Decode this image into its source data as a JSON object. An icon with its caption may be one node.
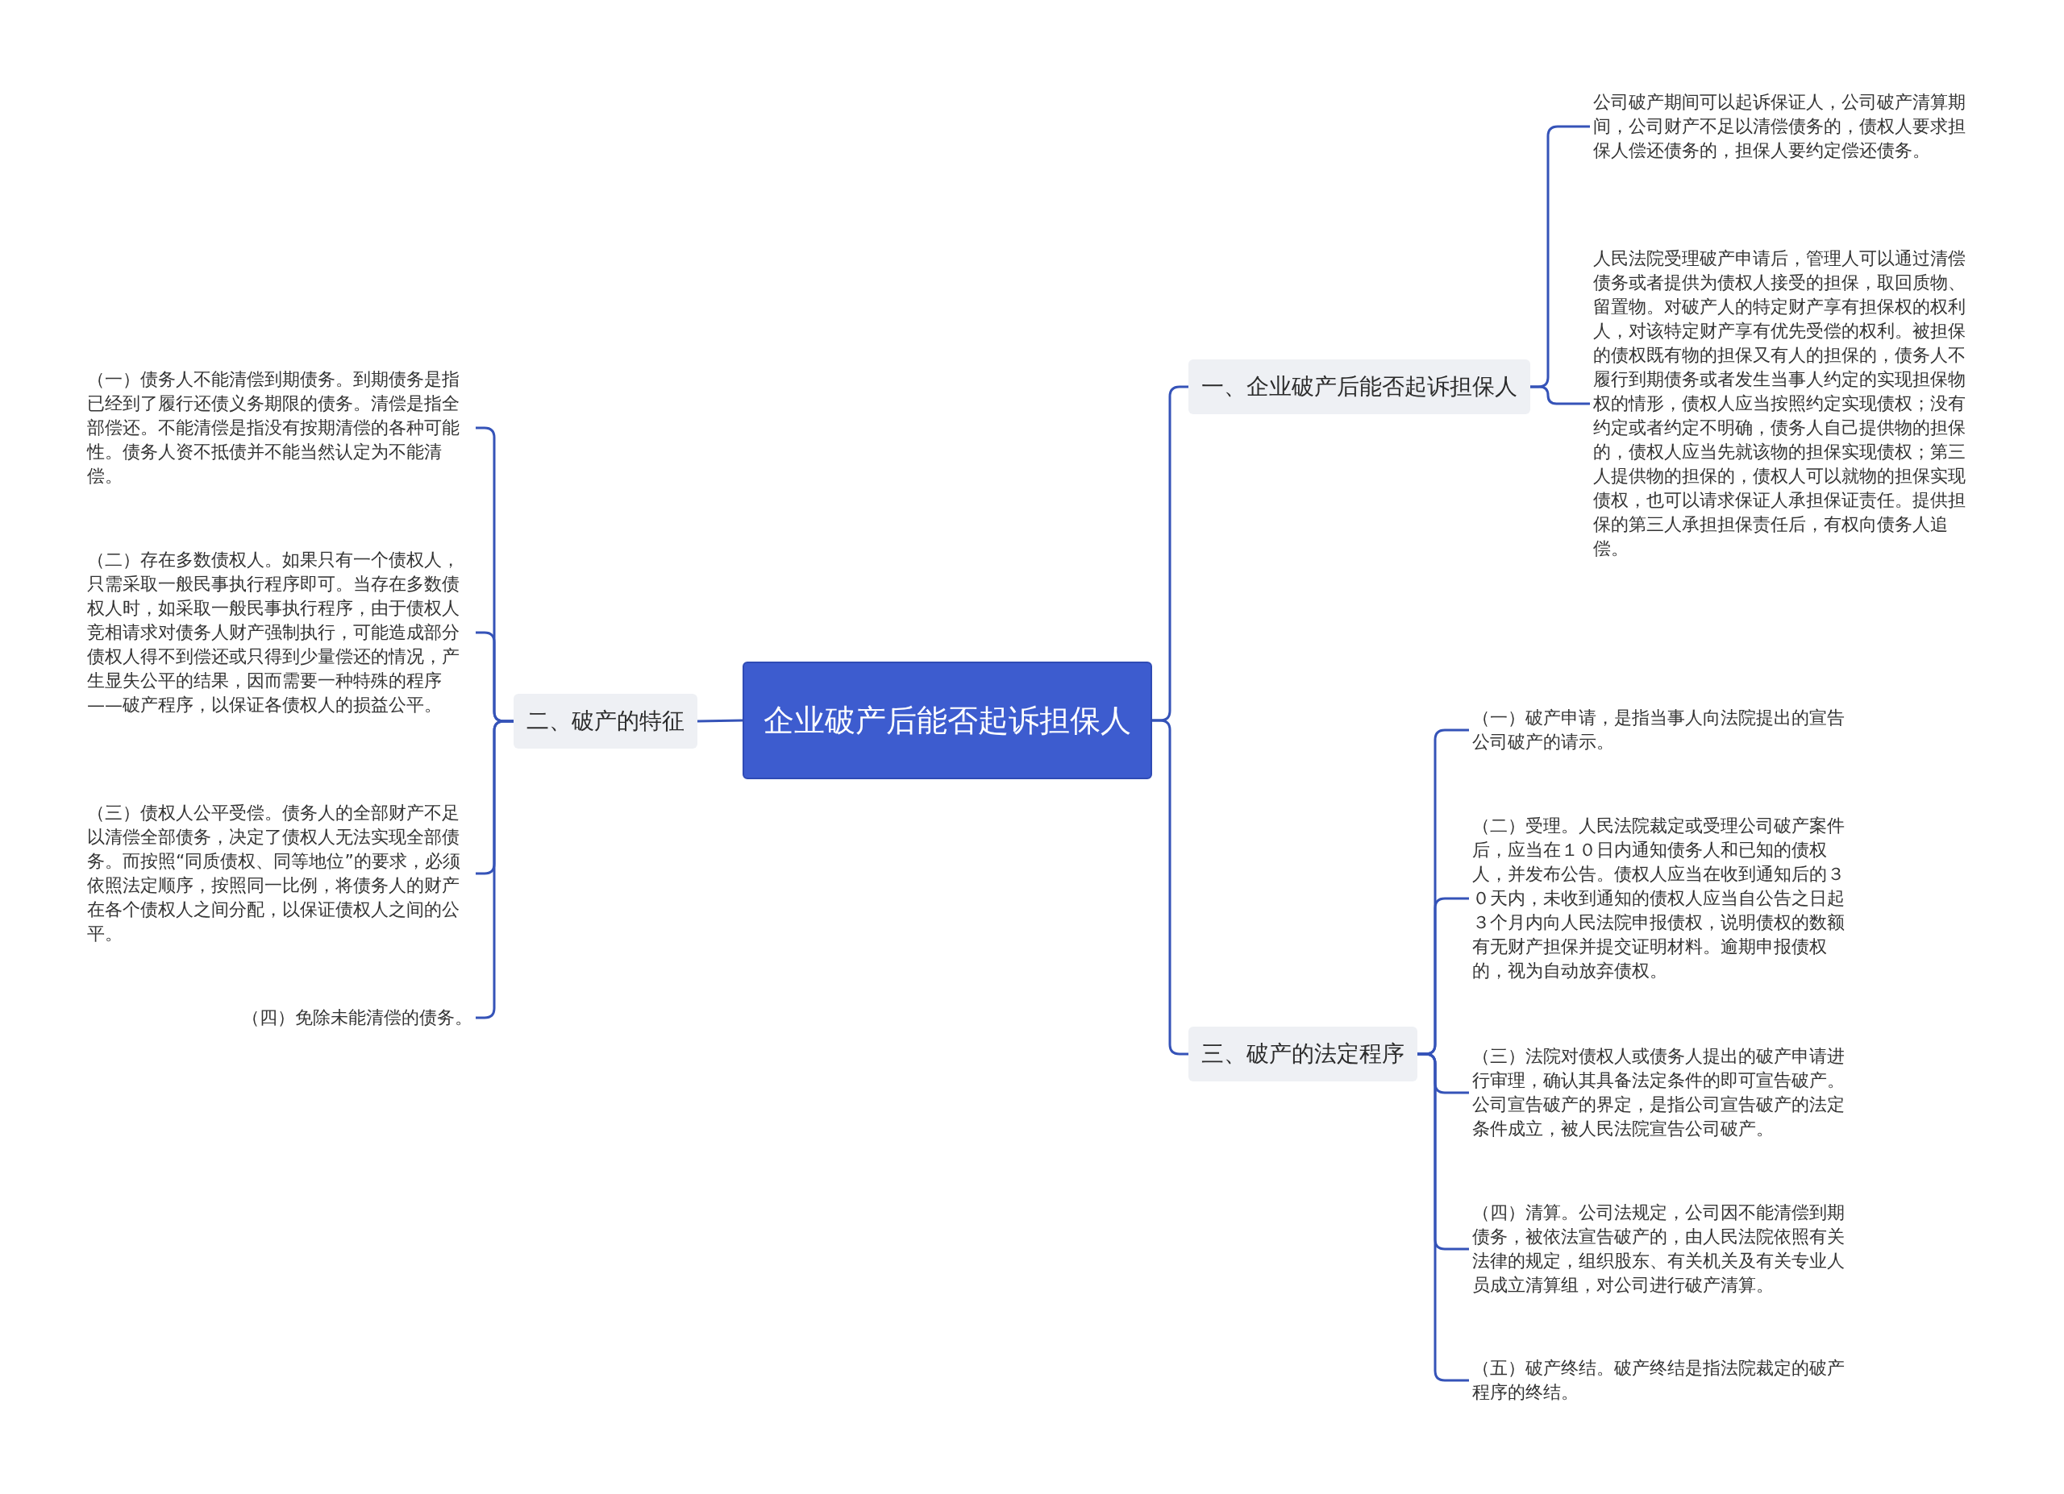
{
  "diagram": {
    "nodes": [
      {
        "text": [
          "企业破产后能否起诉担保人"
        ]
      },
      {
        "text": [
          "一、企业破产后能否起诉担保人"
        ]
      },
      {
        "text": [
          "公司破产期间可以起诉保证人，公司破产清算期间，公司财产不足以清偿债务的，债权人要求担保人偿还债务的，担保人要约定偿还债务。"
        ]
      },
      {
        "text": [
          "人民法院受理破产申请后，管理人可以通过清偿债务或者提供为债权人接受的担保，取回质物、留置物。对破产人的特定财产享有担保权的权利人，对该特定财产享有优先受偿的权利。被担保的债权既有物的担保又有人的担保的，债务人不履行到期债务或者发生当事人约定的实现担保物权的情形，债权人应当按照约定实现债权；没有约定或者约定不明确，债务人自己提供物的担保的，债权人应当先就该物的担保实现债权；第三人提供物的担保的，债权人可以就物的担保实现债权，也可以请求保证人承担保证责任。提供担保的第三人承担担保责任后，有权向债务人追偿。"
        ]
      },
      {
        "text": [
          "二、破产的特征"
        ]
      },
      {
        "text": [
          "（一）债务人不能清偿到期债务。到期债务是指已经到了履行还债义务期限的债务。清偿是指全部偿还。不能清偿是指没有按期清偿的各种可能性。债务人资不抵债并不能当然认定为不能清偿。"
        ]
      },
      {
        "text": [
          "（二）存在多数债权人。如果只有一个债权人，只需采取一般民事执行程序即可。当存在多数债权人时，如采取一般民事执行程序，由于债权人竞相请求对债务人财产强制执行，可能造成部分债权人得不到偿还或只得到少量偿还的情况，产生显失公平的结果，因而需要一种特殊的程序——破产程序，以保证各债权人的损益公平。"
        ]
      },
      {
        "text": [
          "（三）债权人公平受偿。债务人的全部财产不足以清偿全部债务，决定了债权人无法实现全部债务。而按照“同质债权、同等地位”的要求，必须依照法定顺序，按照同一比例，将债务人的财产在各个债权人之间分配，以保证债权人之间的公平。"
        ]
      },
      {
        "text": [
          "（四）免除未能清偿的债务。"
        ]
      },
      {
        "text": [
          "三、破产的法定程序"
        ]
      },
      {
        "text": [
          "（一）破产申请，是指当事人向法院提出的宣告公司破产的请示。"
        ]
      },
      {
        "text": [
          "（二）受理。人民法院裁定或受理公司破产案件后，应当在１０日内通知债务人和已知的债权人，并发布公告。债权人应当在收到通知后的３０天内，未收到通知的债权人应当自公告之日起３个月内向人民法院申报债权，说明债权的数额有无财产担保并提交证明材料。逾期申报债权的，视为自动放弃债权。"
        ]
      },
      {
        "text": [
          "（三）法院对债权人或债务人提出的破产申请进行审理，确认其具备法定条件的即可宣告破产。公司宣告破产的界定，是指公司宣告破产的法定条件成立，被人民法院宣告公司破产。"
        ]
      },
      {
        "text": [
          "（四）清算。公司法规定，公司因不能清偿到期债务，被依法宣告破产的，由人民法院依照有关法律的规定，组织股东、有关机关及有关专业人员成立清算组，对公司进行破产清算。"
        ]
      },
      {
        "text": [
          "（五）破产终结。破产终结是指法院裁定的破产程序的终结。"
        ]
      }
    ],
    "edges": [
      {
        "from": 0,
        "to": 1,
        "arrow": "none"
      },
      {
        "from": 1,
        "to": 2,
        "arrow": "none"
      },
      {
        "from": 1,
        "to": 3,
        "arrow": "none"
      },
      {
        "from": 0,
        "to": 4,
        "arrow": "none"
      },
      {
        "from": 4,
        "to": 5,
        "arrow": "none"
      },
      {
        "from": 4,
        "to": 6,
        "arrow": "none"
      },
      {
        "from": 4,
        "to": 7,
        "arrow": "none"
      },
      {
        "from": 4,
        "to": 8,
        "arrow": "none"
      },
      {
        "from": 0,
        "to": 9,
        "arrow": "none"
      },
      {
        "from": 9,
        "to": 10,
        "arrow": "none"
      },
      {
        "from": 9,
        "to": 11,
        "arrow": "none"
      },
      {
        "from": 9,
        "to": 12,
        "arrow": "none"
      },
      {
        "from": 9,
        "to": 13,
        "arrow": "none"
      },
      {
        "from": 9,
        "to": 14,
        "arrow": "none"
      }
    ]
  }
}
